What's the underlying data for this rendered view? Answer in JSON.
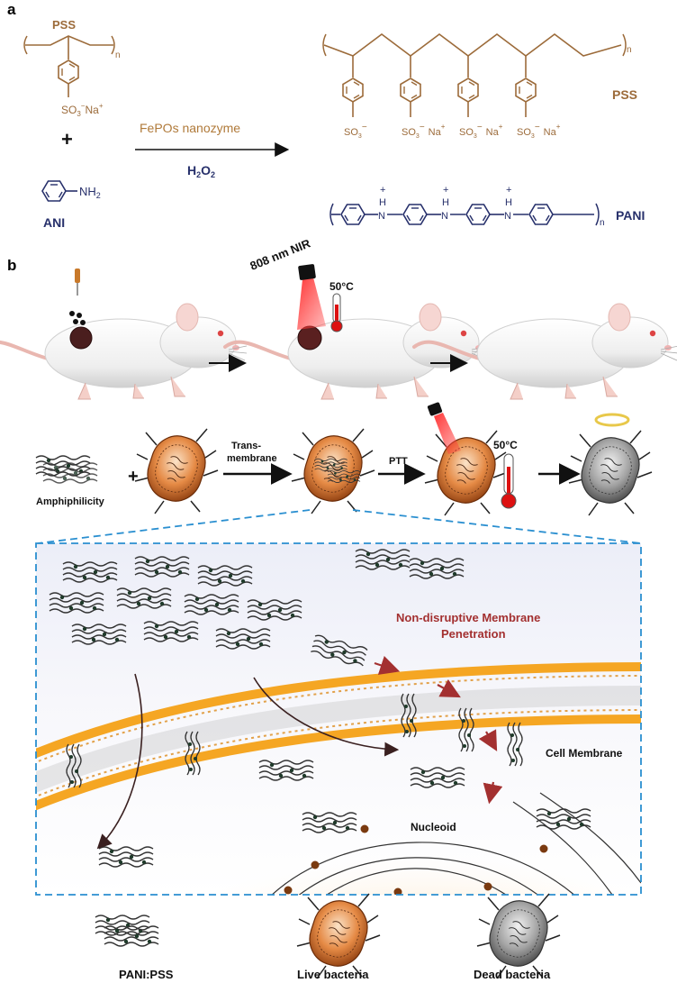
{
  "panel_a": {
    "label": "a",
    "reactant_pss": "PSS",
    "reactant_pss_sub_n": "n",
    "reactant_so3": "SO",
    "reactant_so3_sub": "3",
    "reactant_so3_charge": "−",
    "reactant_na": "Na",
    "reactant_na_charge": "+",
    "plus": "+",
    "reactant_nh": "NH",
    "reactant_nh_sub": "2",
    "reactant_ani": "ANI",
    "catalyst": "FePOs  nanozyme",
    "reagent_h": "H",
    "reagent_sub1": "2",
    "reagent_o": "O",
    "reagent_sub2": "2",
    "product_pss_label": "PSS",
    "product_n": "n",
    "product_so3": "SO",
    "product_so3_sub": "3",
    "product_minus": "−",
    "product_na": "Na",
    "product_plus": "+",
    "pani_h": "H",
    "pani_n": "N",
    "pani_plus": "+",
    "pani_sub_n": "n",
    "product_pani_label": "PANI"
  },
  "panel_b": {
    "label": "b",
    "nir_label": "808 nm NIR",
    "temp_label_top": "50°C",
    "amphiphilicity": "Amphiphilicity",
    "plus": "+",
    "transmembrane_1": "Trans-",
    "transmembrane_2": "membrane",
    "ptt": "PTT",
    "temp_label_mid": "50°C",
    "non_disruptive_1": "Non-disruptive Membrane",
    "non_disruptive_2": "Penetration",
    "cell_membrane": "Cell Membrane",
    "nucleoid": "Nucleoid",
    "legend_pani_pss": "PANI:PSS",
    "legend_live": "Live bacteria",
    "legend_dead": "Dead bacteria"
  },
  "colors": {
    "pss_brown": "#9c6b3a",
    "pani_navy": "#27306b",
    "penetration_red": "#a33030",
    "laser_red": "#e02020",
    "membrane_orange": "#f5a623",
    "dashed_blue": "#2a8fd0",
    "bacteria_orange": "#d8702e",
    "bacteria_gray": "#8a8a8a"
  }
}
